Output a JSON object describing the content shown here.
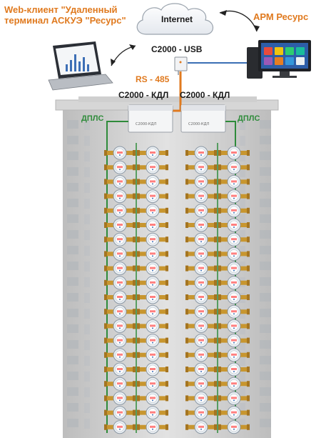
{
  "web_client_label": "Web-клиент \"Удаленный\nтерминал АСКУЭ \"Ресурс\"",
  "internet_label": "Internet",
  "arm_label": "АРМ Ресурс",
  "usb_label": "С2000 - USB",
  "rs485_label": "RS - 485",
  "kdl_left_label": "С2000 - КДЛ",
  "kdl_right_label": "С2000 - КДЛ",
  "dpls_left_label": "ДПЛС",
  "dpls_right_label": "ДПЛС",
  "device_caption": "С2000-КДЛ",
  "meters": {
    "rows": 20,
    "columns_per_group": 2,
    "groups": 2
  },
  "colors": {
    "orange": "#e07a1f",
    "green": "#2e8b3a",
    "blue_line": "#3b6fb5",
    "building": "#cfcfcf",
    "meter_body": "#e9eef2",
    "brass": "#c8962f"
  },
  "icons": [
    "cloud-icon",
    "laptop-icon",
    "desktop-computer-icon",
    "usb-converter-icon",
    "controller-device-icon",
    "water-meter-icon"
  ]
}
